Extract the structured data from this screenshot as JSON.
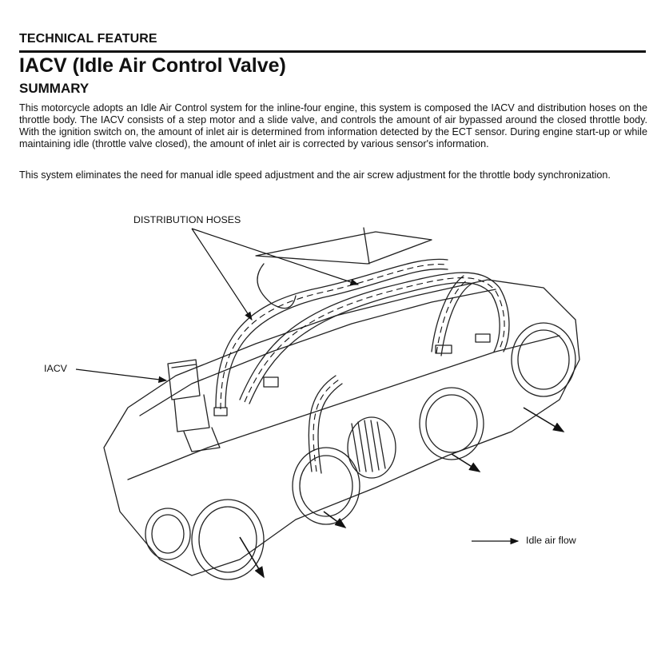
{
  "header": {
    "section_label": "TECHNICAL FEATURE",
    "title": "IACV (Idle Air Control Valve)",
    "subheading": "SUMMARY"
  },
  "body": {
    "paragraph_1": "This motorcycle adopts an Idle Air Control system for the inline-four engine, this system is composed the IACV and distribution hoses on the throttle body. The IACV consists of a step motor and a slide valve, and controls the amount of air bypassed around the closed throttle body. With the ignition switch on, the amount of inlet air is determined from information detected by the ECT sensor. During engine start-up or while maintaining idle (throttle valve closed), the amount of inlet air is corrected by various sensor's information.",
    "paragraph_2": "This system eliminates the need for manual idle speed adjustment and the air screw adjustment for the throttle body synchronization."
  },
  "diagram": {
    "label_distribution_hoses": "DISTRIBUTION HOSES",
    "label_iacv": "IACV",
    "legend_idle_air_flow": "Idle air flow"
  }
}
